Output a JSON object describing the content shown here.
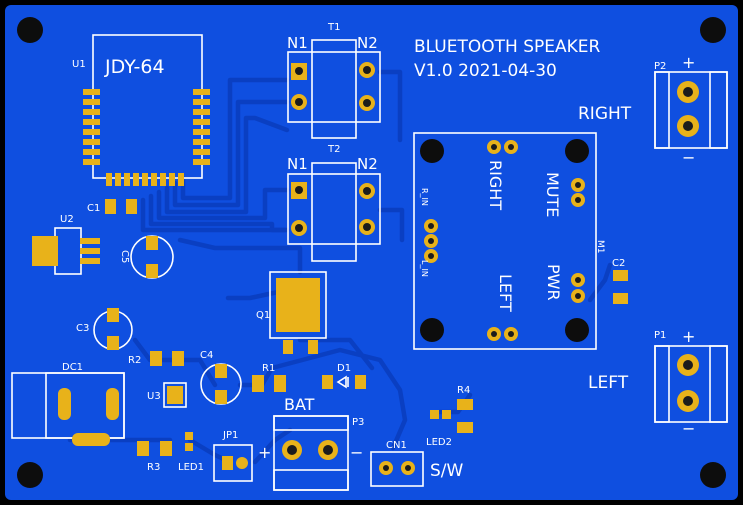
{
  "title_line1": "BLUETOOTH SPEAKER",
  "title_line2": "V1.0 2021-04-30",
  "module_label": "JDY-64",
  "labels": {
    "u1": "U1",
    "u2": "U2",
    "u3": "U3",
    "q1": "Q1",
    "t1": "T1",
    "t2": "T2",
    "n1_top": "N1",
    "n2_top": "N2",
    "n1_bot": "N1",
    "n2_bot": "N2",
    "c1": "C1",
    "c2": "C2",
    "c3": "C3",
    "c4": "C4",
    "c5": "C5",
    "r1": "R1",
    "r2": "R2",
    "r3": "R3",
    "r4": "R4",
    "d1": "D1",
    "dc1": "DC1",
    "jp1": "JP1",
    "led1": "LED1",
    "led2": "LED2",
    "p1": "P1",
    "p2": "P2",
    "p3": "P3",
    "cn1": "CN1",
    "m1": "M1",
    "bat": "BAT",
    "sw": "S/W",
    "right_conn": "RIGHT",
    "left_conn": "LEFT",
    "amp_right": "RIGHT",
    "amp_left": "LEFT",
    "amp_mute": "MUTE",
    "amp_pwr": "PWR",
    "amp_rin": "R_IN",
    "amp_lin": "L_IN",
    "plus": "+",
    "minus": "−"
  },
  "colors": {
    "board": "#0f4fe0",
    "background": "#000000",
    "copper": "#e8b21a",
    "silkscreen": "#ffffff",
    "trace": "#0a3fc2"
  }
}
